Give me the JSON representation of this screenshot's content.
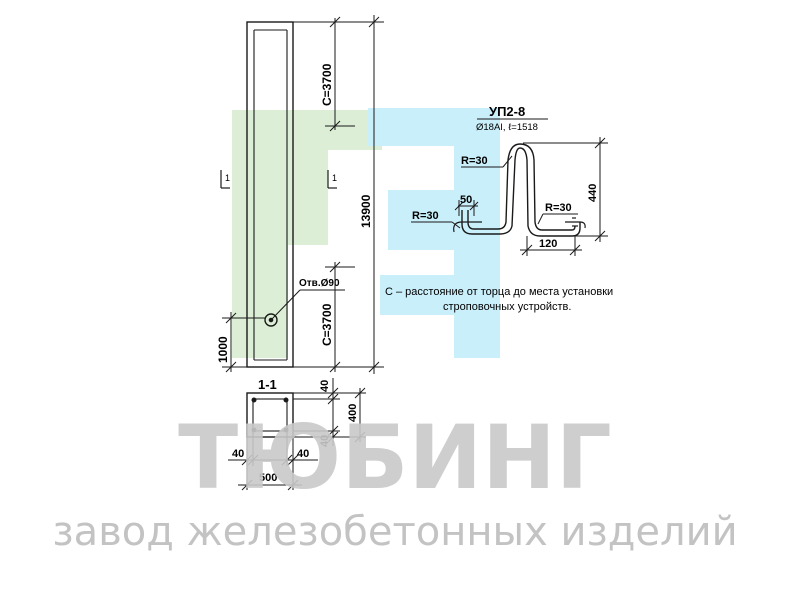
{
  "colors": {
    "watermark_green": "#dcefd6",
    "watermark_cyan": "#c9effa",
    "watermark_text": "#c9c9c9",
    "line": "#1a1a1a"
  },
  "column": {
    "dim_c_top": "C=3700",
    "dim_c_bottom": "C=3700",
    "dim_total": "13900",
    "dim_hole_offset": "1000",
    "hole_label": "Отв.Ø90",
    "section_mark": "1"
  },
  "section": {
    "title": "1-1",
    "dim_top_cover": "40",
    "dim_height": "400",
    "dim_bottom_cover": "40",
    "dim_left_cover": "40",
    "dim_right_cover": "40",
    "dim_width": "500"
  },
  "loop": {
    "title": "УП2-8",
    "spec": "Ø18AI, ℓ=1518",
    "r_top": "R=30",
    "r_left": "R=30",
    "r_right": "R=30",
    "dim_50": "50",
    "dim_440": "440",
    "dim_120": "120"
  },
  "note": {
    "line1": "С – расстояние от торца до места установки",
    "line2": "строповочных устройств."
  },
  "watermark": {
    "brand": "ТЮБИНГ",
    "subtitle": "завод железобетонных изделий"
  }
}
